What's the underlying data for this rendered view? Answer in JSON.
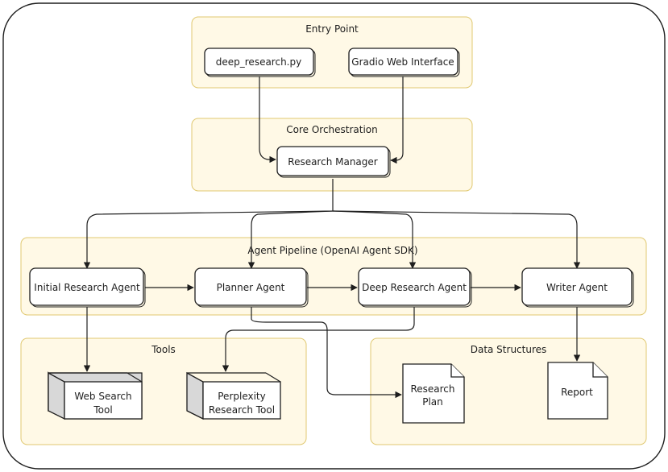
{
  "groups": {
    "entry_point": "Entry Point",
    "core_orchestration": "Core Orchestration",
    "agent_pipeline": "Agent Pipeline (OpenAI Agent SDK)",
    "tools": "Tools",
    "data_structures": "Data Structures"
  },
  "nodes": {
    "deep_research_py": "deep_research.py",
    "gradio_web_interface": "Gradio Web Interface",
    "research_manager": "Research Manager",
    "initial_research_agent": "Initial Research Agent",
    "planner_agent": "Planner Agent",
    "deep_research_agent": "Deep Research Agent",
    "writer_agent": "Writer Agent",
    "web_search_tool": [
      "Web Search",
      "Tool"
    ],
    "perplexity_research_tool": [
      "Perplexity",
      "Research Tool"
    ],
    "research_plan": [
      "Research",
      "Plan"
    ],
    "report": "Report"
  },
  "colors": {
    "group_fill": "#fff9e6",
    "group_stroke": "#e0c870",
    "stroke": "#1e1e1e",
    "tool_side": "#d8d8d8"
  }
}
